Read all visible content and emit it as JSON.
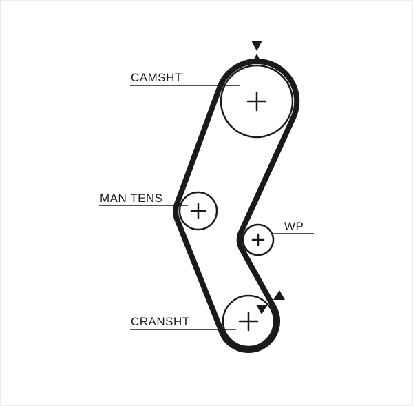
{
  "colors": {
    "ink": "#1a1a1a",
    "background": "#ffffff"
  },
  "diagram": {
    "type": "timing-belt-routing",
    "labels": {
      "camshaft": "CAMSHT",
      "tensioner": "MAN TENS",
      "water_pump": "WP",
      "crankshaft": "CRANSHT"
    },
    "pulleys": [
      {
        "id": "camshaft",
        "label": "CAMSHT",
        "center_marker": "+"
      },
      {
        "id": "tensioner",
        "label": "MAN TENS",
        "center_marker": "+"
      },
      {
        "id": "water-pump",
        "label": "WP",
        "center_marker": "+"
      },
      {
        "id": "crankshaft",
        "label": "CRANSHT",
        "center_marker": "+"
      }
    ],
    "markers": {
      "top": [
        "down-triangle",
        "up-triangle"
      ],
      "crankshaft": [
        "down-left-triangle",
        "up-right-triangle"
      ]
    }
  }
}
